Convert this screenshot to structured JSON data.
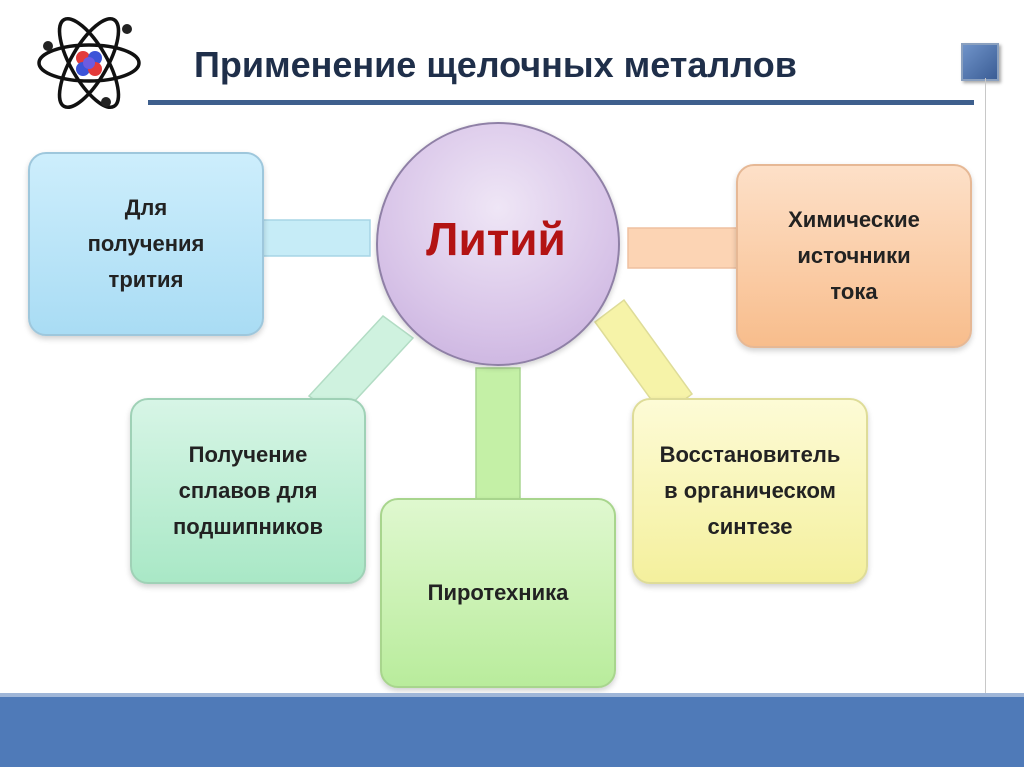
{
  "slide": {
    "title": "Применение щелочных металлов"
  },
  "center": {
    "label": "Литий",
    "color": "#b31313"
  },
  "nodes": [
    {
      "id": "tritium",
      "label": "Для\nполучения\nтрития"
    },
    {
      "id": "chemical_sources",
      "label": "Химические\nисточники\nтока"
    },
    {
      "id": "alloys",
      "label": "Получение\nсплавов для\nподшипников"
    },
    {
      "id": "pyrotechnics",
      "label": "Пиротехника"
    },
    {
      "id": "reductant",
      "label": "Восстановитель\nв органическом\nсинтезе"
    }
  ],
  "colors": {
    "title_line": "#3e5f8d",
    "footer": "#4f7ab8"
  }
}
